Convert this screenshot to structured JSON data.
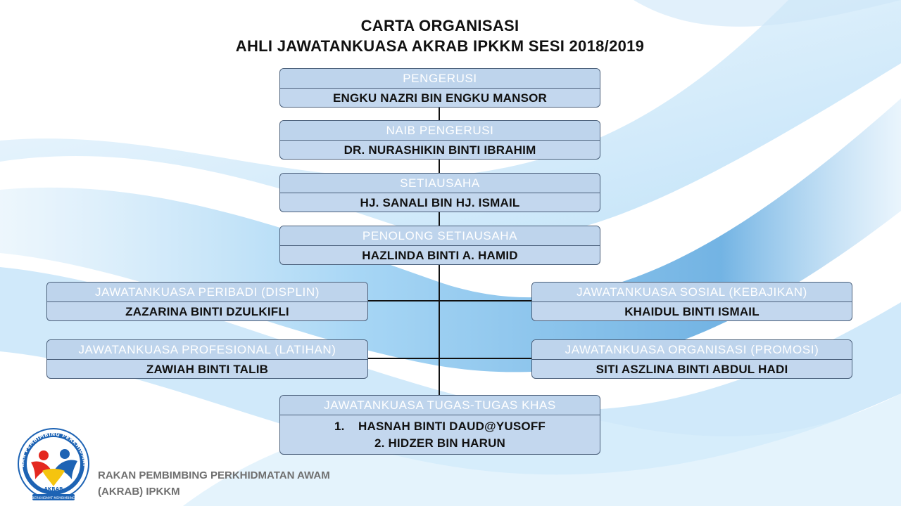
{
  "title": {
    "line1": "CARTA ORGANISASI",
    "line2": "AHLI JAWATANKUASA AKRAB IPKKM SESI 2018/2019"
  },
  "positions": {
    "chair": {
      "role": "PENGERUSI",
      "name": "ENGKU NAZRI BIN ENGKU MANSOR"
    },
    "vice_chair": {
      "role": "NAIB PENGERUSI",
      "name": "DR. NURASHIKIN BINTI IBRAHIM"
    },
    "secretary": {
      "role": "SETIAUSAHA",
      "name": "HJ. SANALI BIN HJ. ISMAIL"
    },
    "asst_secretary": {
      "role": "PENOLONG SETIAUSAHA",
      "name": "HAZLINDA BINTI A. HAMID"
    },
    "personal": {
      "role": "JAWATANKUASA PERIBADI (DISPLIN)",
      "name": "ZAZARINA BINTI DZULKIFLI"
    },
    "social": {
      "role": "JAWATANKUASA SOSIAL (KEBAJIKAN)",
      "name": "KHAIDUL BINTI ISMAIL"
    },
    "professional": {
      "role": "JAWATANKUASA PROFESIONAL (LATIHAN)",
      "name": "ZAWIAH BINTI TALIB"
    },
    "organisation": {
      "role": "JAWATANKUASA ORGANISASI (PROMOSI)",
      "name": "SITI ASZLINA BINTI ABDUL HADI"
    },
    "special": {
      "role": "JAWATANKUASA TUGAS-TUGAS KHAS",
      "members": [
        {
          "num": "1.",
          "name": "HASNAH BINTI DAUD@YUSOFF"
        },
        {
          "num": "2.",
          "name": "HIDZER BIN HARUN"
        }
      ]
    }
  },
  "logo": {
    "ring_text_top": "RAKAN PEMBIMBING PERKHIDMATAN",
    "center_text": "AKRAB",
    "ribbon_text": "BERKHIDMAT MEMBIMBING"
  },
  "footer": {
    "line1": "RAKAN PEMBIMBING PERKHIDMATAN AWAM",
    "line2": "(AKRAB) IPKKM"
  },
  "colors": {
    "box_fill": "#c3d7ee",
    "box_border": "#4a5f7a",
    "wave_blue": "#2f8fd6",
    "logo_blue": "#1d63b4",
    "logo_yellow": "#f5c40f",
    "logo_red": "#e4281f"
  }
}
